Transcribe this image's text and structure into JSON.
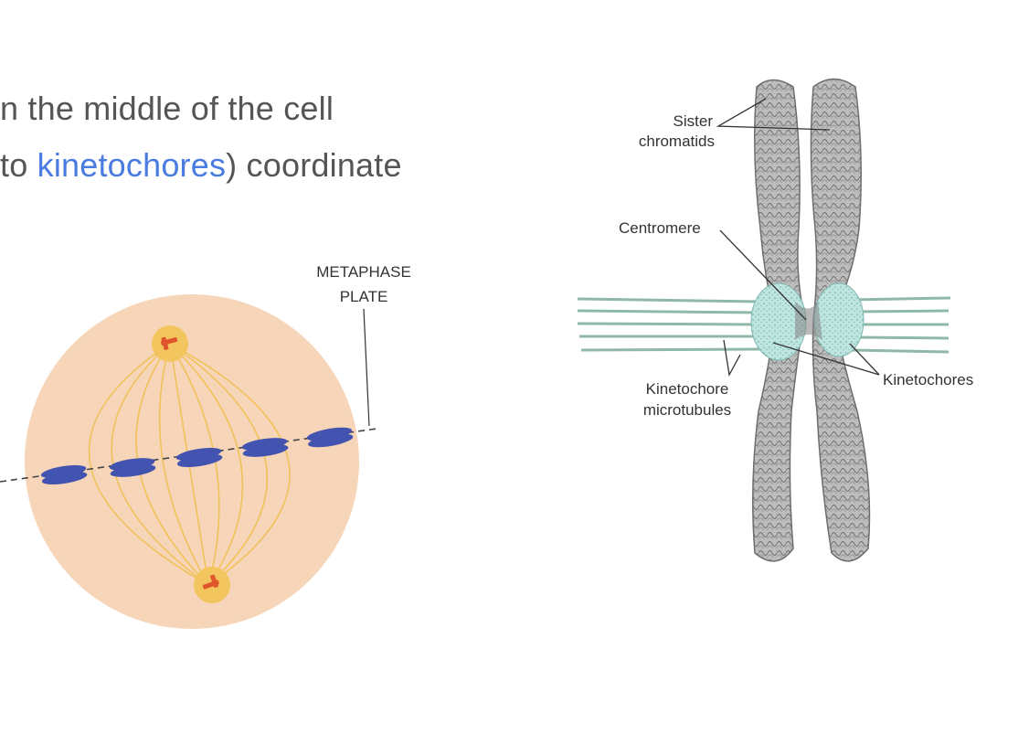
{
  "text": {
    "line1": "n the middle of the cell",
    "line2_prefix": " to ",
    "line2_link": "kinetochores",
    "line2_suffix": ") coordinate"
  },
  "left_diagram": {
    "label_line1": "METAPHASE",
    "label_line2": "PLATE"
  },
  "right_diagram": {
    "sister_line1": "Sister",
    "sister_line2": "chromatids",
    "centromere": "Centromere",
    "kinetochore_mt_line1": "Kinetochore",
    "kinetochore_mt_line2": "microtubules",
    "kinetochores": "Kinetochores"
  },
  "colors": {
    "cell_fill": "#f6d5b8",
    "spindle": "#f0c25a",
    "centrosome": "#f3c55e",
    "chromosome": "#4353b0",
    "link": "#4a7be0",
    "microtubule": "#8fb8a6",
    "kinetochore": "#bfe5e0",
    "chromatid": "#b9b9b9"
  }
}
